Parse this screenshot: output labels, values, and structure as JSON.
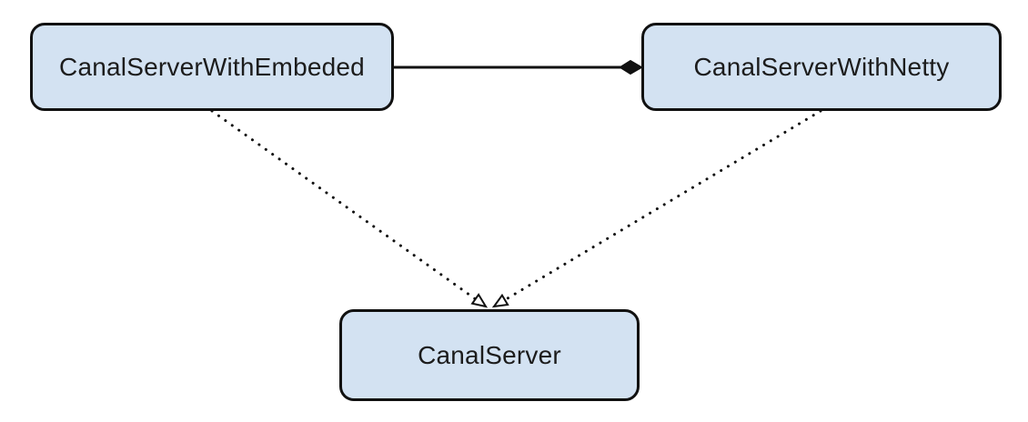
{
  "diagram": {
    "type": "uml-class-diagram",
    "nodes": [
      {
        "id": "canal-server-with-embeded",
        "label": "CanalServerWithEmbeded"
      },
      {
        "id": "canal-server-with-netty",
        "label": "CanalServerWithNetty"
      },
      {
        "id": "canal-server",
        "label": "CanalServer"
      }
    ],
    "edges": [
      {
        "from": "CanalServerWithEmbeded",
        "to": "CanalServerWithNetty",
        "type": "composition",
        "line_style": "solid",
        "end_marker": "filled-diamond"
      },
      {
        "from": "CanalServerWithEmbeded",
        "to": "CanalServer",
        "type": "realization",
        "line_style": "dotted",
        "end_marker": "hollow-triangle"
      },
      {
        "from": "CanalServerWithNetty",
        "to": "CanalServer",
        "type": "realization",
        "line_style": "dotted",
        "end_marker": "hollow-triangle"
      }
    ],
    "colors": {
      "node_fill": "#d3e2f2",
      "node_border": "#111111",
      "edge": "#111111",
      "text": "#1c1c1c",
      "background": "#ffffff"
    }
  }
}
